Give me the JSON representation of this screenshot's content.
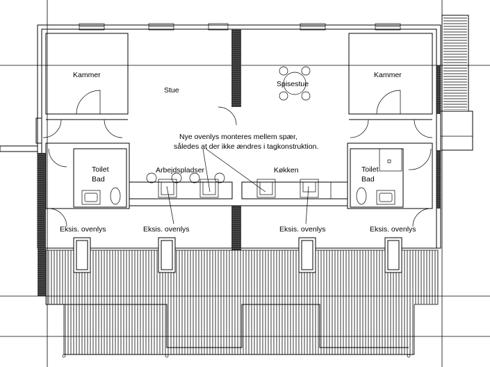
{
  "labels": {
    "kammer_left": "Kammer",
    "stue": "Stue",
    "spisestue": "Spisestue",
    "kammer_right": "Kammer",
    "note_line1": "Nye ovenlys monteres mellem spær,",
    "note_line2": "således at der ikke ændres i tagkonstruktion.",
    "arbejdspladser": "Arbejdspladser",
    "koekken": "Køkken",
    "toilet_left": "Toilet",
    "bad_left": "Bad",
    "toilet_right": "Toilet",
    "bad_right": "Bad",
    "eksis_1": "Eksis. ovenlys",
    "eksis_2": "Eksis. ovenlys",
    "eksis_3": "Eksis. ovenlys",
    "eksis_4": "Eksis. ovenlys"
  },
  "colors": {
    "line": "#000000",
    "background": "#ffffff",
    "wall_hatch": "#000000"
  }
}
